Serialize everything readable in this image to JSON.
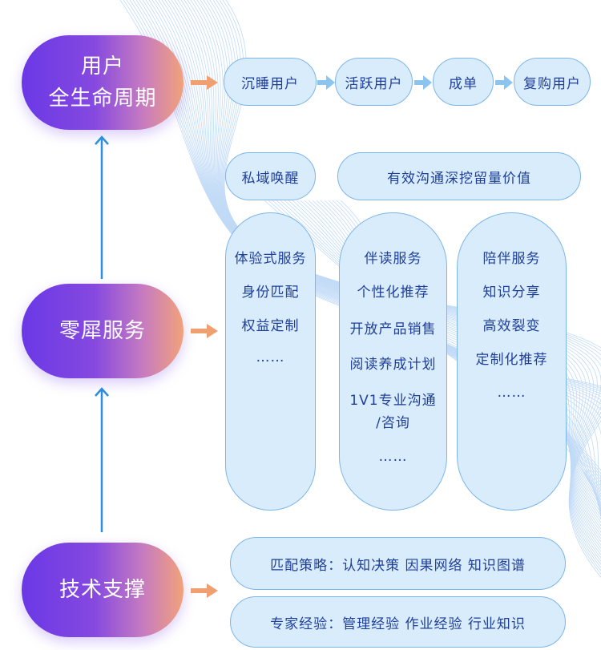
{
  "lifecycle": {
    "title_line1": "用户",
    "title_line2": "全生命周期",
    "stages": [
      "沉睡用户",
      "活跃用户",
      "成单",
      "复购用户"
    ]
  },
  "value_row": {
    "left": "私域唤醒",
    "right": "有效沟通深挖留量价值"
  },
  "service": {
    "title": "零犀服务",
    "columns": [
      {
        "items": [
          "体验式服务",
          "身份匹配",
          "权益定制",
          "……"
        ]
      },
      {
        "items": [
          "伴读服务",
          "个性化推荐",
          "开放产品销售",
          "阅读养成计划",
          "1V1专业沟通",
          "/咨询",
          "……"
        ]
      },
      {
        "items": [
          "陪伴服务",
          "知识分享",
          "高效裂变",
          "定制化推荐",
          "……"
        ]
      }
    ]
  },
  "tech": {
    "title": "技术支撑",
    "row1": "匹配策略：认知决策  因果网络  知识图谱",
    "row2": "专家经验：管理经验  作业经验  行业知识"
  },
  "colors": {
    "pill_gradient": [
      "#6a38e6",
      "#f2a27a"
    ],
    "box_fill": "#d9ecfb",
    "box_border": "#7cb6ea",
    "text": "#1f3f9a",
    "arrow_orange": "#f0a070",
    "arrow_blue": "#2a8fe0",
    "arrow_light": "#8cc4f0"
  }
}
